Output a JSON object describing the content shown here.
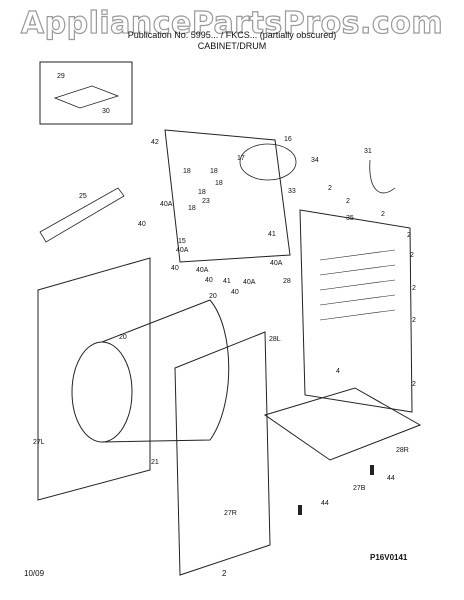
{
  "watermark": "AppliancePartsPros.com",
  "header": {
    "line1": "Publication No. 5995... / FKCS... (partially obscured)",
    "line2": "CABINET/DRUM"
  },
  "footer": {
    "date": "10/09",
    "page": "2",
    "code": "P16V0141"
  },
  "callouts": [
    "29",
    "30",
    "42",
    "16",
    "17",
    "18",
    "18",
    "18",
    "18",
    "18",
    "23",
    "34",
    "31",
    "33",
    "2",
    "2",
    "2",
    "2",
    "2",
    "2",
    "2",
    "2",
    "35",
    "25",
    "40",
    "40",
    "40",
    "40",
    "40A",
    "40A",
    "40A",
    "40A",
    "40A",
    "41",
    "41",
    "15",
    "20",
    "20",
    "28",
    "28L",
    "28R",
    "21",
    "27L",
    "27R",
    "27B",
    "44",
    "44",
    "4"
  ]
}
